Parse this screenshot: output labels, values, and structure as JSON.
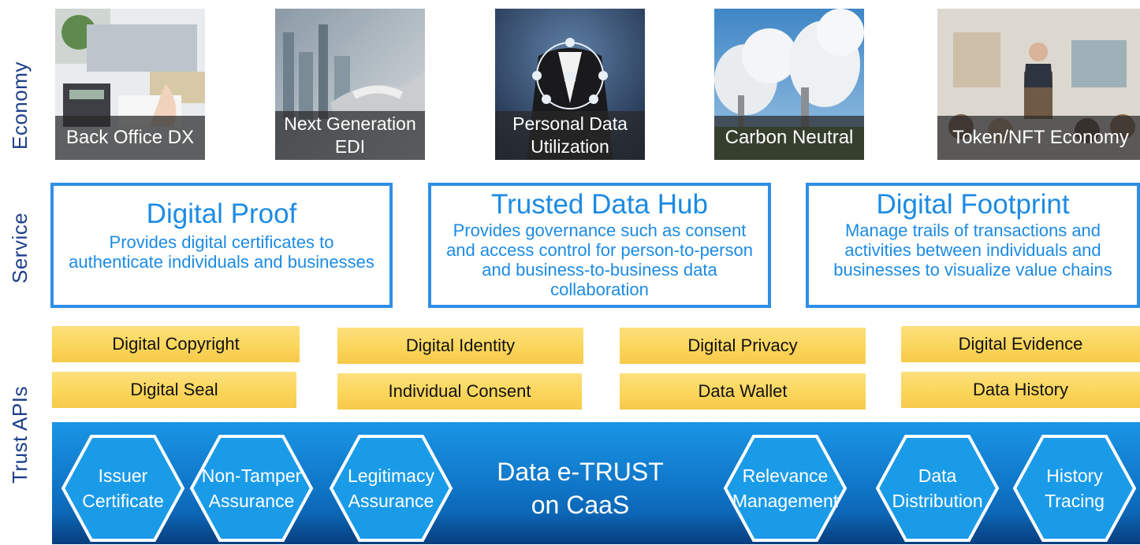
{
  "rows": {
    "economy": "Economy",
    "service": "Service",
    "trust_apis": "Trust APIs"
  },
  "economy_tiles": [
    {
      "label": "Back Office DX"
    },
    {
      "label": "Next Generation EDI"
    },
    {
      "label": "Personal Data Utilization"
    },
    {
      "label": "Carbon Neutral"
    },
    {
      "label": "Token/NFT Economy"
    }
  ],
  "services": [
    {
      "title": "Digital Proof",
      "description": "Provides digital certificates to authenticate individuals and businesses"
    },
    {
      "title": "Trusted Data Hub",
      "description": "Provides governance such as consent and access control for person-to-person and business-to-business data collaboration"
    },
    {
      "title": "Digital Footprint",
      "description": "Manage trails of transactions and activities between individuals and businesses to visualize value chains"
    }
  ],
  "trust_apis": [
    "Digital Copyright",
    "Digital Identity",
    "Digital Privacy",
    "Digital Evidence",
    "Digital Seal",
    "Individual Consent",
    "Data Wallet",
    "Data History"
  ],
  "platform": {
    "title_line1": "Data e-TRUST",
    "title_line2": "on CaaS",
    "capabilities": [
      "Issuer Certificate",
      "Non-Tamper Assurance",
      "Legitimacy Assurance",
      "Relevance Management",
      "Data Distribution",
      "History Tracing"
    ]
  },
  "colors": {
    "row_label": "#1d3f8a",
    "service_blue": "#2f8ee5",
    "api_yellow": "#fbd65b",
    "platform_blue": "#0f74c6"
  }
}
